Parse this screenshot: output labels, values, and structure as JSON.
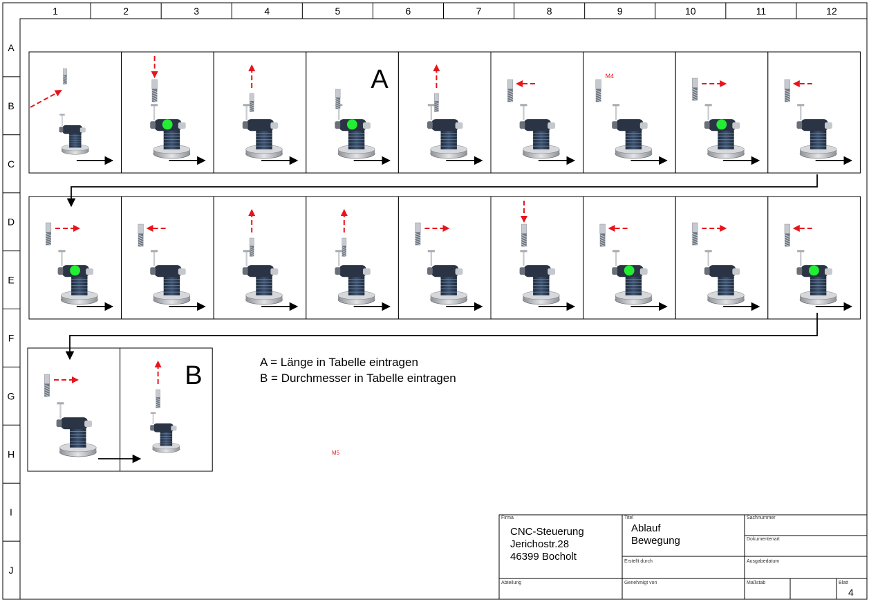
{
  "drawing": {
    "columns": [
      "1",
      "2",
      "3",
      "4",
      "5",
      "6",
      "7",
      "8",
      "9",
      "10",
      "11",
      "12"
    ],
    "rows": [
      "A",
      "B",
      "C",
      "D",
      "E",
      "F",
      "G",
      "H",
      "I",
      "J"
    ]
  },
  "sequence": {
    "row1": [
      {
        "tool": "move-in",
        "green": false
      },
      {
        "tool": "down",
        "green": true
      },
      {
        "tool": "up",
        "green": false
      },
      {
        "tool": "none",
        "green": true,
        "letter": "A"
      },
      {
        "tool": "up",
        "green": false
      },
      {
        "tool": "left",
        "green": false
      },
      {
        "tool": "none",
        "green": false,
        "code": "M4"
      },
      {
        "tool": "right",
        "green": true
      },
      {
        "tool": "left",
        "green": false
      }
    ],
    "row2": [
      {
        "tool": "right",
        "green": true
      },
      {
        "tool": "left",
        "green": false
      },
      {
        "tool": "up",
        "green": false
      },
      {
        "tool": "up",
        "green": false
      },
      {
        "tool": "right",
        "green": false
      },
      {
        "tool": "down",
        "green": false
      },
      {
        "tool": "left",
        "green": true
      },
      {
        "tool": "right",
        "green": false
      },
      {
        "tool": "left",
        "green": true
      }
    ],
    "row3": [
      {
        "tool": "right",
        "green": false
      },
      {
        "tool": "up",
        "green": false,
        "letter": "B"
      }
    ],
    "free_code": "M5"
  },
  "legend": {
    "line_a": "A = Länge in Tabelle eintragen",
    "line_b": "B = Durchmesser in Tabelle eintragen"
  },
  "title_block": {
    "firma_label": "Firma",
    "firma_lines": [
      "CNC-Steuerung",
      "Jerichostr.28",
      "46399 Bocholt"
    ],
    "titel_label": "Titel",
    "titel_lines": [
      "Ablauf",
      "Bewegung"
    ],
    "sachnummer_label": "Sachnummer",
    "dokumentenart_label": "Dokumentenart",
    "erstellt_label": "Erstellt durch",
    "ausgabedatum_label": "Ausgabedatum",
    "abteilung_label": "Abteilung",
    "genehmigt_label": "Genehmigt von",
    "massstab_label": "Maßstab",
    "blatt_label": "Blatt",
    "blatt_value": "4"
  },
  "colors": {
    "arrow_red": "#e8141b",
    "indicator_green": "#22ee33",
    "device_dark": "#2c3b52",
    "device_metal": "#b9bcc2",
    "frame": "#000000"
  }
}
